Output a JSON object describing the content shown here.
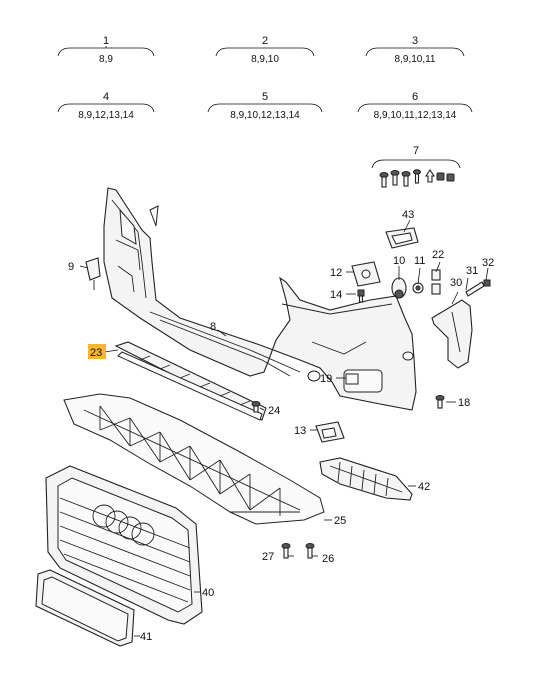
{
  "groups": [
    {
      "number": "1",
      "items": "8,9"
    },
    {
      "number": "2",
      "items": "8,9,10"
    },
    {
      "number": "3",
      "items": "8,9,10,11"
    },
    {
      "number": "4",
      "items": "8,9,12,13,14"
    },
    {
      "number": "5",
      "items": "8,9,10,12,13,14"
    },
    {
      "number": "6",
      "items": "8,9,10,11,12,13,14"
    },
    {
      "number": "7",
      "items": ""
    }
  ],
  "callouts": {
    "p8": "8",
    "p9": "9",
    "p10": "10",
    "p11": "11",
    "p12": "12",
    "p13": "13",
    "p14": "14",
    "p18": "18",
    "p19": "19",
    "p22": "22",
    "p23": "23",
    "p24": "24",
    "p25": "25",
    "p26": "26",
    "p27": "27",
    "p30": "30",
    "p31": "31",
    "p32": "32",
    "p40": "40",
    "p41": "41",
    "p42": "42",
    "p43": "43"
  },
  "highlight_color": "#f7b733"
}
